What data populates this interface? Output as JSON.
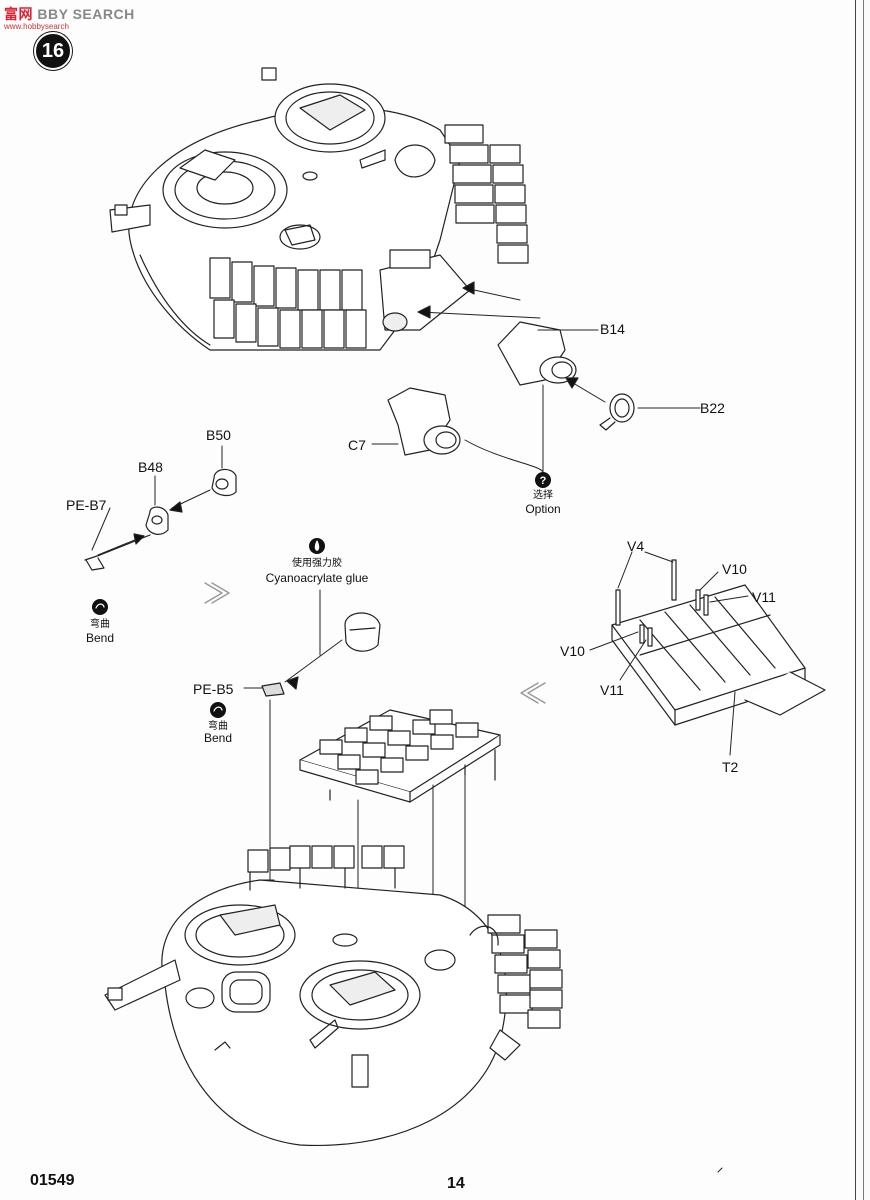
{
  "watermark": {
    "logo_a": "富",
    "logo_b": "网",
    "logo_text": "BBY SEARCH",
    "url": "www.hobbysearch"
  },
  "step": {
    "number": "16"
  },
  "parts": {
    "b14": "B14",
    "b22": "B22",
    "c7": "C7",
    "b50": "B50",
    "b48": "B48",
    "pe_b7": "PE-B7",
    "pe_b5": "PE-B5",
    "v4": "V4",
    "v10_top": "V10",
    "v11_top": "V11",
    "v10_left": "V10",
    "v11_left": "V11",
    "t2": "T2"
  },
  "notes": {
    "option_cn": "选择",
    "option_en": "Option",
    "bend1_cn": "弯曲",
    "bend1_en": "Bend",
    "glue_cn": "使用强力胶",
    "glue_en": "Cyanoacrylate glue",
    "bend2_cn": "弯曲",
    "bend2_en": "Bend"
  },
  "icons": {
    "option": "question-icon",
    "bend": "bend-icon",
    "glue": "glue-drop-icon"
  },
  "footer": {
    "product_code": "01549",
    "page_number": "14"
  }
}
